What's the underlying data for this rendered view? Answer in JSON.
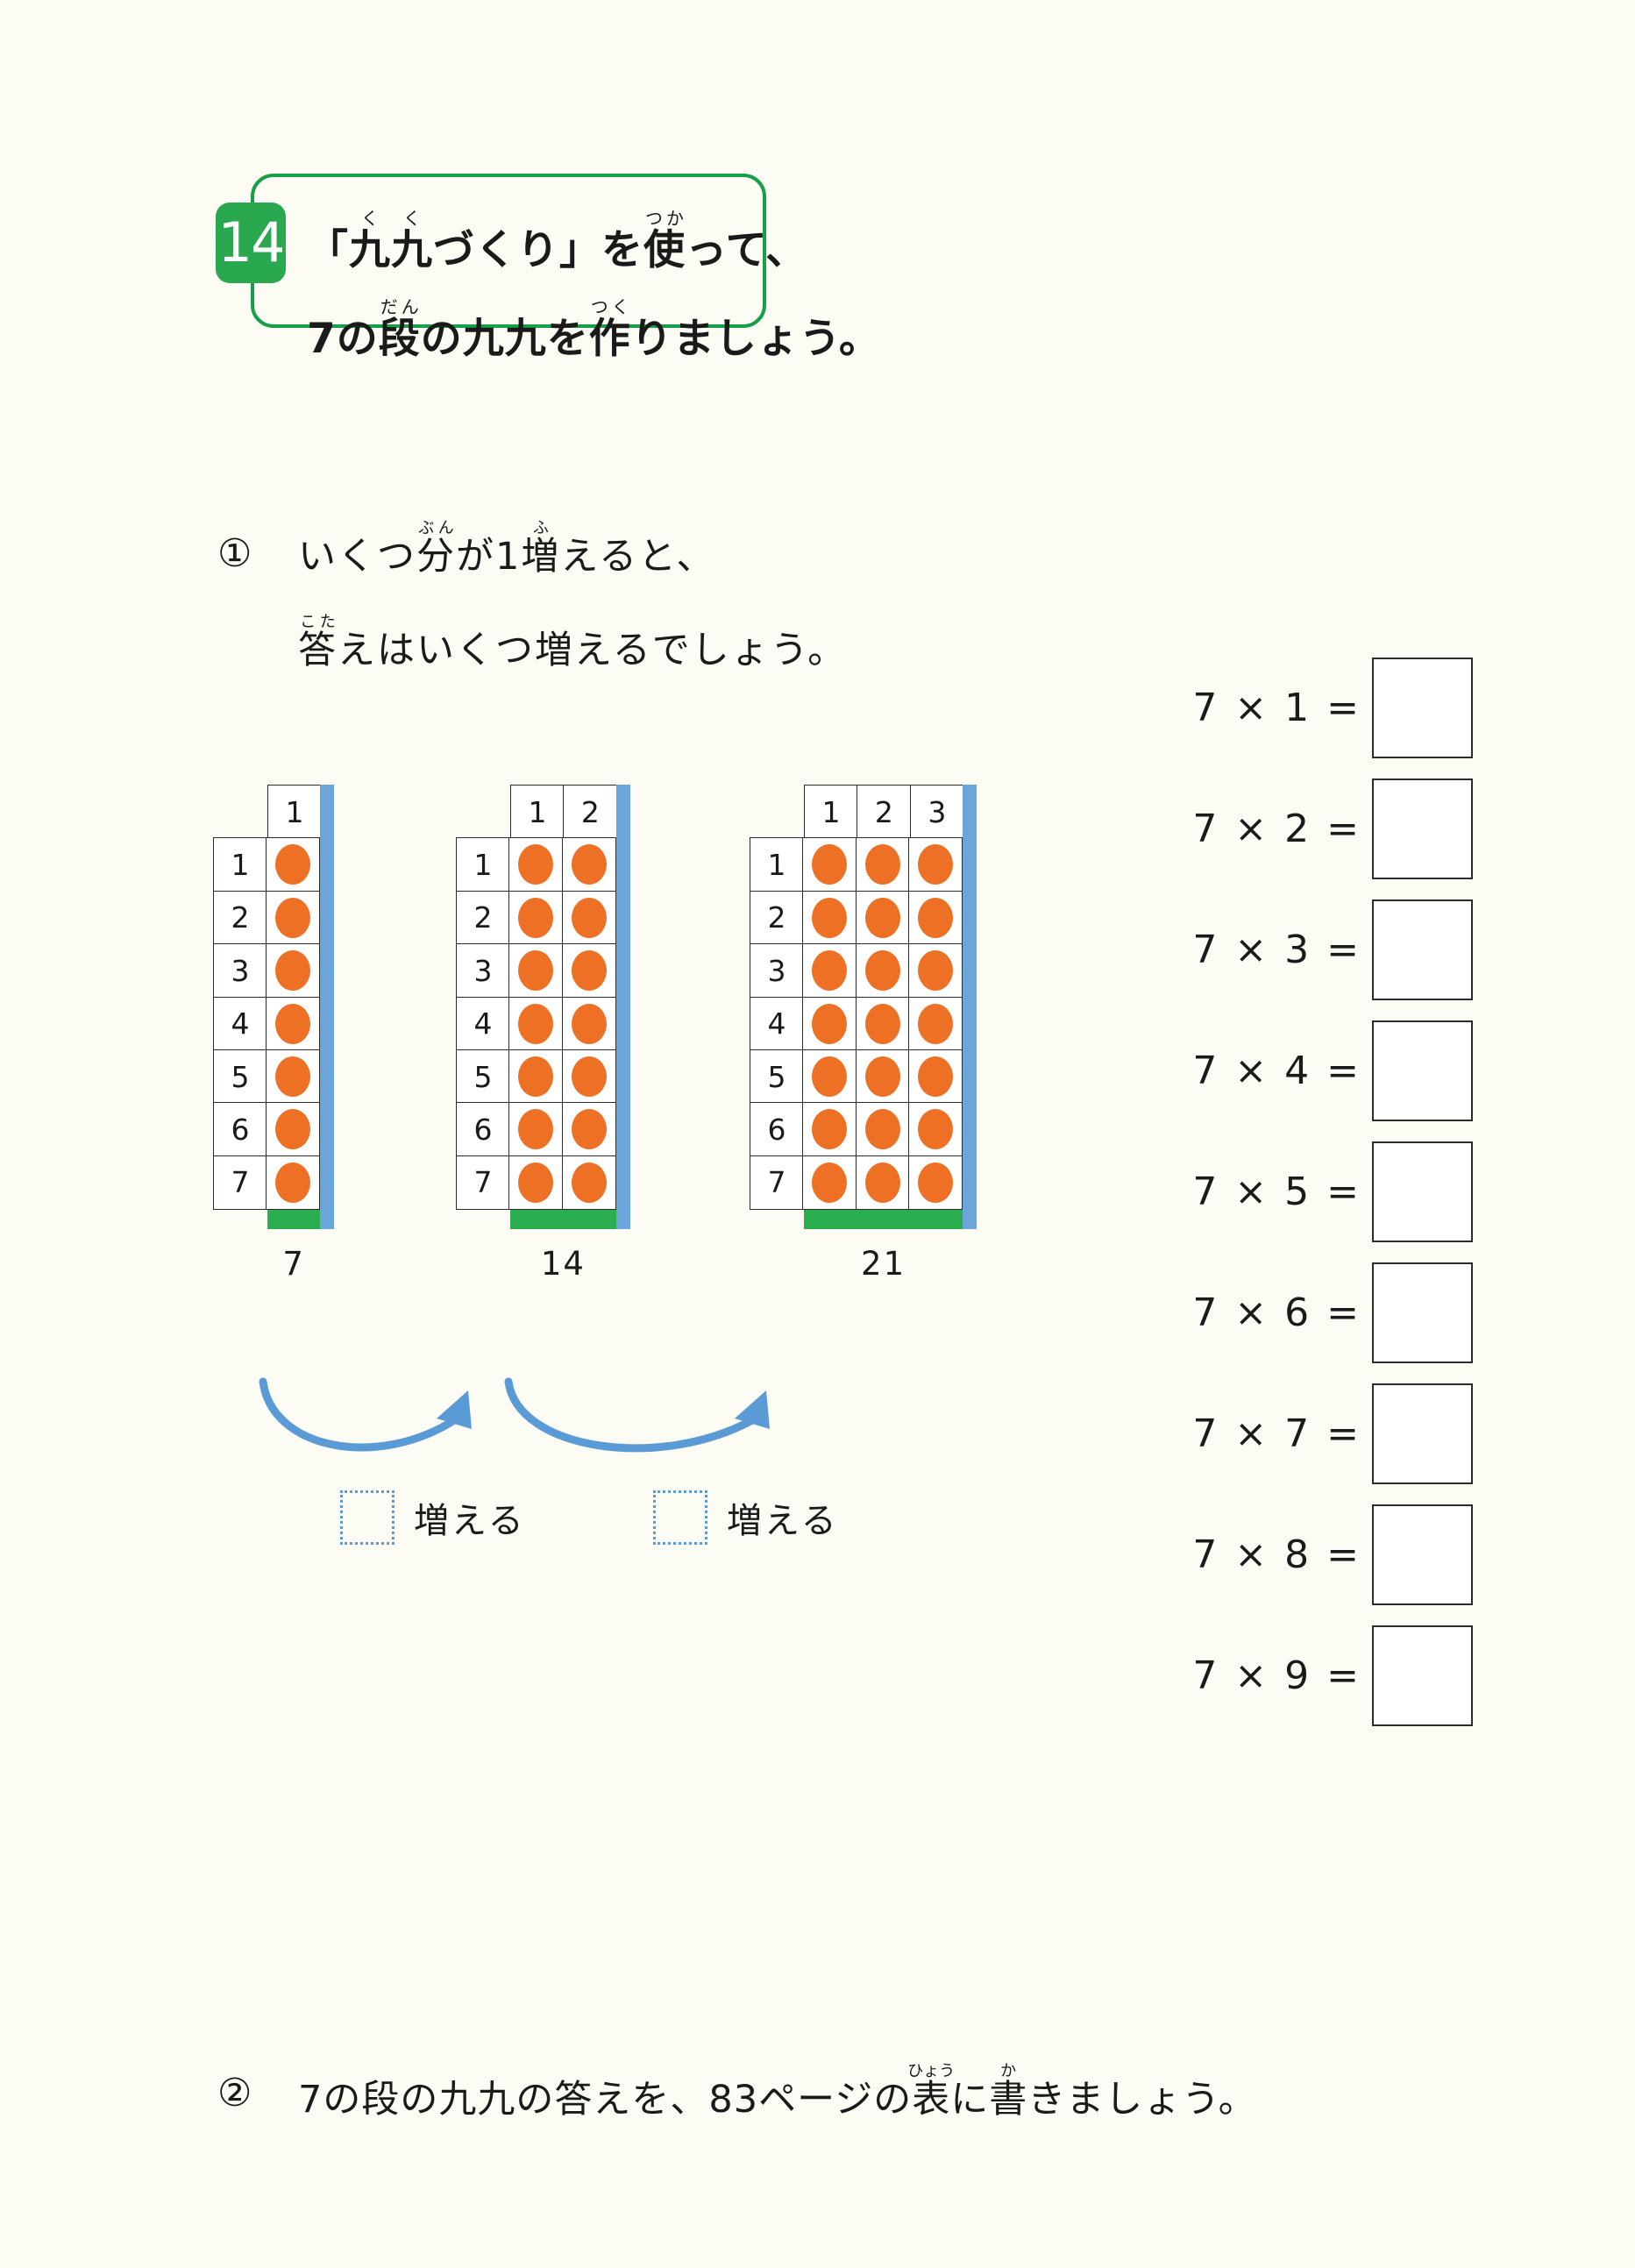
{
  "header": {
    "badge": "14",
    "line1_parts": [
      {
        "text": "「"
      },
      {
        "text": "九",
        "ruby": "く"
      },
      {
        "text": "九",
        "ruby": "く"
      },
      {
        "text": "づくり」を"
      },
      {
        "text": "使",
        "ruby": "つか"
      },
      {
        "text": "って、"
      }
    ],
    "line2_parts": [
      {
        "text": "7の"
      },
      {
        "text": "段",
        "ruby": "だん"
      },
      {
        "text": "の九九を"
      },
      {
        "text": "作",
        "ruby": "つく"
      },
      {
        "text": "りましょう。"
      }
    ],
    "plain_line1": "「九九づくり」を使って、",
    "plain_line2": "7の段の九九を作りましょう。"
  },
  "question1": {
    "number": "①",
    "line1_parts": [
      {
        "text": "いくつ"
      },
      {
        "text": "分",
        "ruby": "ぶん"
      },
      {
        "text": "が1"
      },
      {
        "text": "増",
        "ruby": "ふ"
      },
      {
        "text": "えると、"
      }
    ],
    "line2_parts": [
      {
        "text": "答",
        "ruby": "こた"
      },
      {
        "text": "えはいくつ増えるでしょう。"
      }
    ],
    "plain_line1": "いくつ分が1増えると、",
    "plain_line2": "答えはいくつ増えるでしょう。"
  },
  "question2": {
    "number": "②",
    "line_parts": [
      {
        "text": "7の段の九九の答えを、83ページの"
      },
      {
        "text": "表",
        "ruby": "ひょう"
      },
      {
        "text": "に"
      },
      {
        "text": "書",
        "ruby": "か"
      },
      {
        "text": "きましょう。"
      }
    ],
    "plain_line": "7の段の九九の答えを、83ページの表に書きましょう。"
  },
  "chart_data": {
    "type": "table",
    "title": "7の段 九九づくり 点の配列",
    "description": "Three arrays of orange dots showing 7×1, 7×2, 7×3",
    "row_labels": [
      "1",
      "2",
      "3",
      "4",
      "5",
      "6",
      "7"
    ],
    "grids": [
      {
        "name": "grid-1",
        "column_headers": [
          "1"
        ],
        "rows": 7,
        "columns": 1,
        "dots_per_row": 1,
        "total_dots": 7,
        "total_label": "7"
      },
      {
        "name": "grid-2",
        "column_headers": [
          "1",
          "2"
        ],
        "rows": 7,
        "columns": 2,
        "dots_per_row": 2,
        "total_dots": 14,
        "total_label": "14"
      },
      {
        "name": "grid-3",
        "column_headers": [
          "1",
          "2",
          "3"
        ],
        "rows": 7,
        "columns": 3,
        "dots_per_row": 3,
        "total_dots": 21,
        "total_label": "21"
      }
    ],
    "increments": [
      {
        "from": "7",
        "to": "14",
        "label": "増える",
        "value": ""
      },
      {
        "from": "14",
        "to": "21",
        "label": "増える",
        "value": ""
      }
    ],
    "equations": [
      {
        "text": "7 × 1 =",
        "answer": ""
      },
      {
        "text": "7 × 2 =",
        "answer": ""
      },
      {
        "text": "7 × 3 =",
        "answer": ""
      },
      {
        "text": "7 × 4 =",
        "answer": ""
      },
      {
        "text": "7 × 5 =",
        "answer": ""
      },
      {
        "text": "7 × 6 =",
        "answer": ""
      },
      {
        "text": "7 × 7 =",
        "answer": ""
      },
      {
        "text": "7 × 8 =",
        "answer": ""
      },
      {
        "text": "7 × 9 =",
        "answer": ""
      }
    ]
  },
  "colors": {
    "page_bg": "#fdfcf4",
    "badge_green": "#2aa84f",
    "border_green": "#17a04a",
    "dot_orange": "#ed7024",
    "bar_blue": "#6ba6db",
    "bar_green": "#2aae4f",
    "box_blue_dotted": "#5b9bd5",
    "ink": "#1a1a1a"
  }
}
